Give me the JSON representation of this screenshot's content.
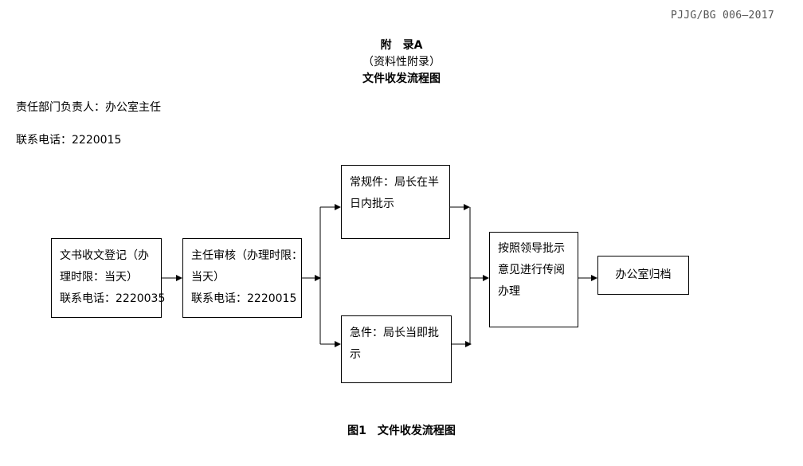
{
  "header": {
    "doc_number": "PJJG/BG 006—2017",
    "appendix_title": "附　录A",
    "appendix_type": "（资料性附录）",
    "flow_title": "文件收发流程图"
  },
  "info": {
    "responsible": "责任部门负责人：办公室主任",
    "phone": "联系电话：2220015"
  },
  "boxes": {
    "register": [
      "文书收文登记（办",
      "理时限：当天）",
      "联系电话：2220035"
    ],
    "review": [
      "主任审核（办理时限：",
      "当天）",
      "联系电话：2220015"
    ],
    "regular": [
      "常规件：局长在半",
      "日内批示"
    ],
    "urgent": [
      "急件：局长当即批",
      "示"
    ],
    "process": [
      "按照领导批示",
      "意见进行传阅",
      "办理"
    ],
    "archive": [
      "办公室归档"
    ]
  },
  "caption": "图1　文件收发流程图"
}
